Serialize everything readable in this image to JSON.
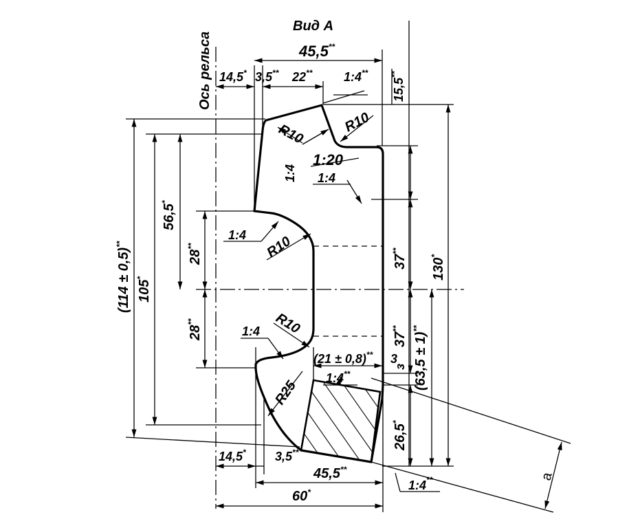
{
  "view_title": "Вид А",
  "rail_axis_label": "Ось рельса",
  "dims": {
    "top_overall": "45,5",
    "top_overall_mark": "**",
    "left_offset_top": "14,5",
    "left_offset_top_mark": "*",
    "small_step_top": "3,5",
    "small_step_top_mark": "**",
    "head_width": "22",
    "head_width_mark": "**",
    "slope_top": "1:4",
    "slope_top_mark": "**",
    "right_height_top": "15,5",
    "right_height_top_mark": "**",
    "radius_1": "R10",
    "radius_2": "R10",
    "radius_3": "R10",
    "radius_4": "R10",
    "radius_5": "R25",
    "slope_20": "1:20",
    "slope_inner": "1:4",
    "slope_vertical": "1:4",
    "slope_left_mid": "1:4",
    "slope_left_low": "1:4",
    "slope_bottom_insert": "1:4",
    "slope_bottom_insert_mark": "**",
    "tolerance_21": "(21 ± 0,8)",
    "tolerance_21_mark": "**",
    "three_a": "3",
    "three_b": "з",
    "v56": "56,5",
    "v56_mark": "*",
    "v28_top": "28",
    "v28_top_mark": "**",
    "v28_bot": "28",
    "v28_bot_mark": "**",
    "v114": "(114 ± 0,5)",
    "v114_mark": "**",
    "v105": "105",
    "v105_mark": "*",
    "v37_top": "37",
    "v37_top_mark": "**",
    "v37_bot": "37",
    "v37_bot_mark": "**",
    "v63": "(63,5 ± 1)",
    "v63_mark": "**",
    "v130": "130",
    "v130_mark": "*",
    "v26": "26,5",
    "v26_mark": "*",
    "bottom_left_offset": "14,5",
    "bottom_left_offset_mark": "*",
    "bottom_step": "3,5",
    "bottom_step_mark": "**",
    "bottom_width": "45,5",
    "bottom_width_mark": "**",
    "bottom_overall": "60",
    "bottom_overall_mark": "*",
    "slope_bottom_right": "1:4",
    "slope_bottom_right_mark": "**",
    "dim_a": "a"
  }
}
